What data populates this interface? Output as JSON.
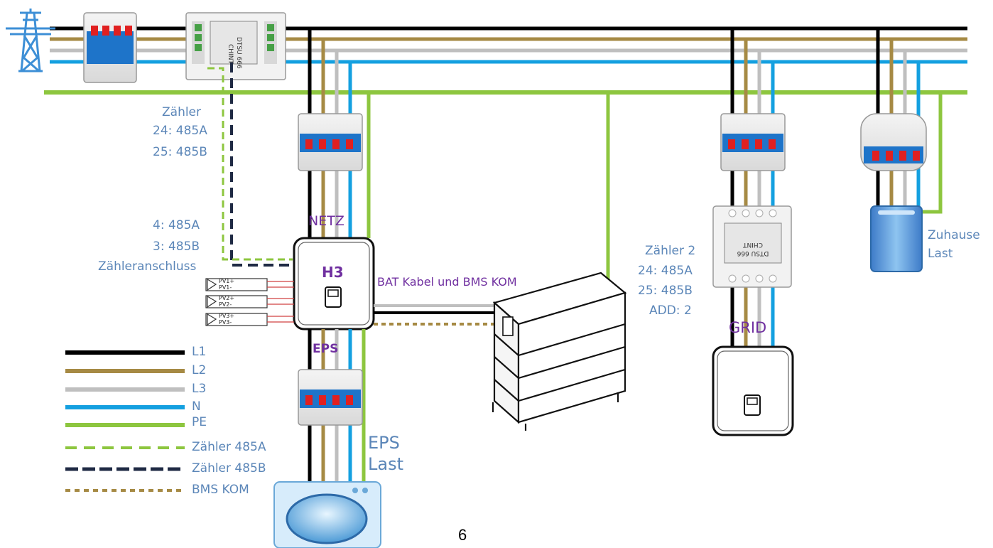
{
  "meter1": {
    "title": "Zähler",
    "line1": "24:  485A",
    "line2": "25:  485B"
  },
  "inverter_terminals": {
    "line1": "4:  485A",
    "line2": "3:  485B",
    "line3": "Zähleranschluss"
  },
  "inverter": {
    "netz_label": "NETZ",
    "model": "H3",
    "eps_label": "EPS",
    "bat_label": "BAT Kabel und BMS KOM"
  },
  "pv_inputs": [
    {
      "plus": "PV1+",
      "minus": "PV1-"
    },
    {
      "plus": "PV2+",
      "minus": "PV2-"
    },
    {
      "plus": "PV3+",
      "minus": "PV3-"
    }
  ],
  "meter2": {
    "title": "Zähler 2",
    "line1": "24:  485A",
    "line2": "25:  485B",
    "line3": "ADD: 2",
    "display_brand": "CHINT",
    "display_model": "DTSU 666"
  },
  "meter1_display": {
    "brand": "CHINT",
    "model": "DTSU 666"
  },
  "grid_label": "GRID",
  "home_load": {
    "line1": "Zuhause",
    "line2": "Last"
  },
  "eps_load": {
    "line1": "EPS",
    "line2": "Last"
  },
  "legend": [
    {
      "label": "L1",
      "color": "#000000",
      "style": "solid"
    },
    {
      "label": "L2",
      "color": "#a68a44",
      "style": "solid"
    },
    {
      "label": "L3",
      "color": "#bfbfbf",
      "style": "solid"
    },
    {
      "label": "N",
      "color": "#14a0e0",
      "style": "solid"
    },
    {
      "label": "PE",
      "color": "#8dc63f",
      "style": "solid"
    },
    {
      "label": "Zähler 485A",
      "color": "#8dc63f",
      "style": "dashed"
    },
    {
      "label": "Zähler 485B",
      "color": "#1f2a44",
      "style": "dashed"
    },
    {
      "label": "BMS KOM",
      "color": "#a68a44",
      "style": "dotted"
    }
  ],
  "page_number": "6",
  "colors": {
    "L1": "#000000",
    "L2": "#a68a44",
    "L3": "#bfbfbf",
    "N": "#14a0e0",
    "PE": "#8dc63f",
    "rs485B": "#1f2a44",
    "text": "#5b86b8",
    "accent": "#7030a0"
  }
}
